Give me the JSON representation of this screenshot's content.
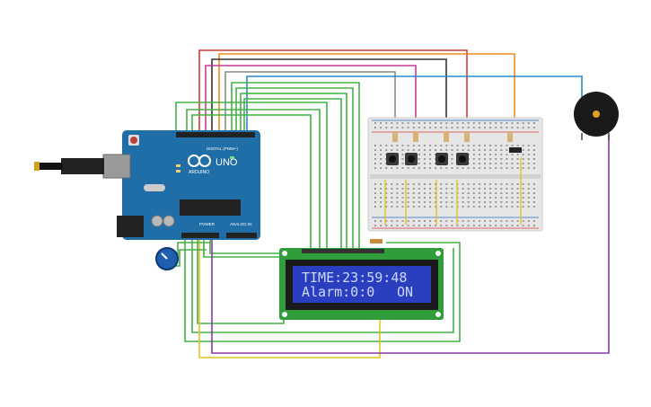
{
  "colors": {
    "background": "#ffffff",
    "arduino_board": "#1f6ea8",
    "lcd_board": "#2f9d3a",
    "lcd_screen": "#2a3fc0",
    "lcd_text": "#cdd8ff",
    "breadboard": "#e6e6e6",
    "buzzer": "#1a1a1a",
    "pot": "#1e5fb0",
    "wire_red": "#d63a3a",
    "wire_green": "#45b045",
    "wire_orange": "#f08a1a",
    "wire_yellow": "#e6c21e",
    "wire_purple": "#8a3aa8",
    "wire_blue": "#2a8ac8",
    "wire_magenta": "#c83a9a",
    "wire_black": "#333333",
    "wire_gray": "#888888"
  },
  "arduino": {
    "model_label": "UNO",
    "brand_label": "ARDUINO",
    "digital_label": "DIGITAL (PWM~)",
    "power_label": "POWER",
    "analog_label": "ANALOG IN"
  },
  "lcd": {
    "line1": "TIME:23:59:48",
    "line2_left": "Alarm:0:0",
    "line2_right": "ON"
  },
  "icons": {
    "buzzer": "piezo-buzzer-icon",
    "pot": "potentiometer-icon",
    "usb": "usb-connector-icon",
    "power_jack": "power-jack-icon"
  }
}
